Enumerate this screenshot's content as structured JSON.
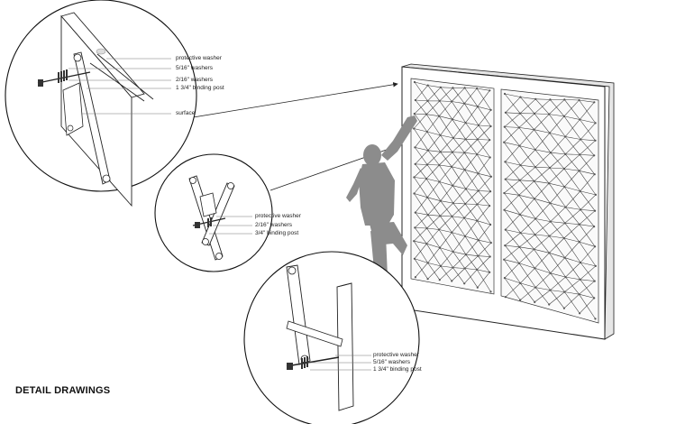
{
  "title": "DETAIL DRAWINGS",
  "colors": {
    "ink": "#222222",
    "silhouette": "#8c8c8c",
    "wall": "#ffffff"
  },
  "detail_top": {
    "labels": {
      "washer": "protective washer",
      "washers516": "5/16\" washers",
      "washers216": "2/16\" washers",
      "post": "1 3/4\" binding post",
      "surface": "surface"
    }
  },
  "detail_mid": {
    "labels": {
      "washer": "protective washer",
      "washers216": "2/16\" washers",
      "post": "3/4\" binding post"
    }
  },
  "detail_bottom": {
    "labels": {
      "washer": "protective washer",
      "washers516": "5/16\" washers",
      "post": "1 3/4\" binding post"
    }
  }
}
